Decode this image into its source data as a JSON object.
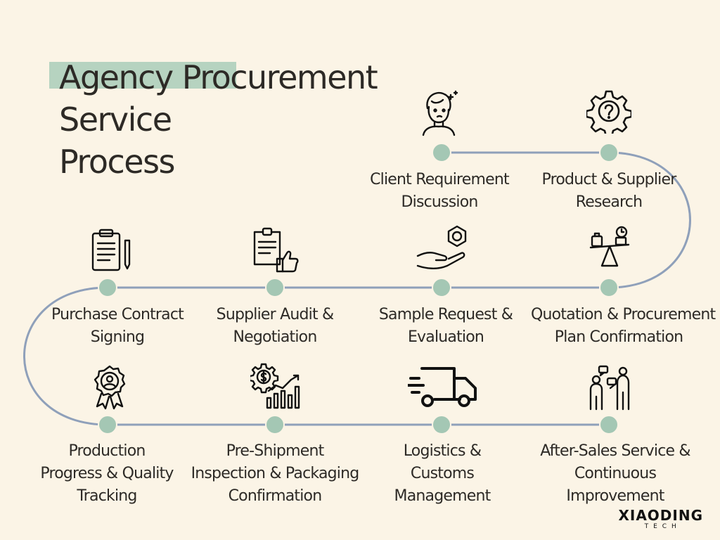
{
  "title": {
    "lines": [
      "Agency Procurement",
      "Service",
      "Process"
    ]
  },
  "colors": {
    "background": "#fbf4e6",
    "path": "#8fa0ba",
    "node": "#a4c7b4",
    "highlight": "#a9cdb8",
    "text": "#2d2a26"
  },
  "steps": [
    {
      "lines": [
        "Client Requirement",
        "Discussion"
      ],
      "icon": "woman-thinking-icon"
    },
    {
      "lines": [
        "Product & Supplier",
        "Research"
      ],
      "icon": "gear-question-icon"
    },
    {
      "lines": [
        "Quotation & Procurement",
        "Plan Confirmation"
      ],
      "icon": "scale-balance-icon"
    },
    {
      "lines": [
        "Sample Request &",
        "Evaluation"
      ],
      "icon": "hand-holding-nut-icon"
    },
    {
      "lines": [
        "Supplier Audit &",
        "Negotiation"
      ],
      "icon": "clipboard-thumbs-up-icon"
    },
    {
      "lines": [
        "Purchase Contract",
        "Signing"
      ],
      "icon": "clipboard-pen-icon"
    },
    {
      "lines": [
        "Production",
        "Progress & Quality",
        "Tracking"
      ],
      "icon": "award-ribbon-icon"
    },
    {
      "lines": [
        "Pre-Shipment",
        "Inspection & Packaging",
        "Confirmation"
      ],
      "icon": "gear-dollar-chart-icon"
    },
    {
      "lines": [
        "Logistics &",
        "Customs",
        "Management"
      ],
      "icon": "delivery-truck-icon"
    },
    {
      "lines": [
        "After-Sales Service &",
        "Continuous",
        "Improvement"
      ],
      "icon": "people-discussion-icon"
    }
  ],
  "brand": {
    "name": "XIAODING",
    "sub": "TECH"
  }
}
